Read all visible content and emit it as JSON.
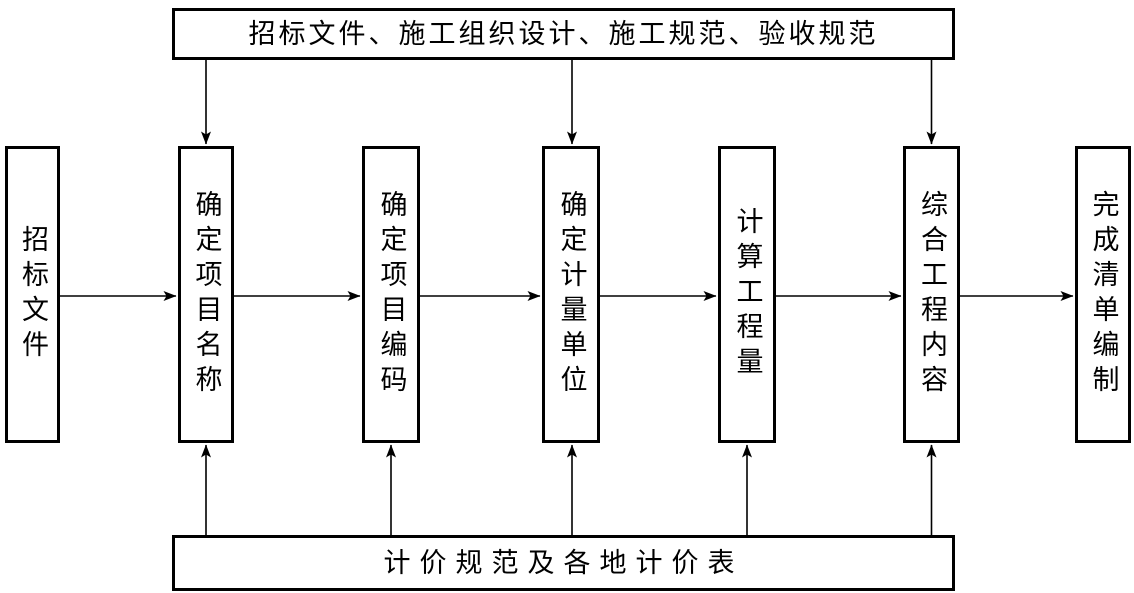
{
  "diagram": {
    "title_context": "bill-of-quantities compilation flowchart",
    "colors": {
      "line": "#000000",
      "box_border": "#000000",
      "box_bg": "#ffffff",
      "background": "#ffffff"
    },
    "top_box": {
      "label": "招标文件、施工组织设计、施工规范、验收规范"
    },
    "bottom_box": {
      "label": "计价规范及各地计价表"
    },
    "nodes": [
      {
        "id": "bidding-documents",
        "label": "招标文件"
      },
      {
        "id": "determine-project-name",
        "label": "确定项目名称"
      },
      {
        "id": "determine-project-code",
        "label": "确定项目编码"
      },
      {
        "id": "determine-measurement-unit",
        "label": "确定计量单位"
      },
      {
        "id": "calculate-work-quantity",
        "label": "计算工程量"
      },
      {
        "id": "comprehensive-work-content",
        "label": "综合工程内容"
      },
      {
        "id": "complete-bill-compilation",
        "label": "完成清单编制"
      }
    ],
    "connections": [
      {
        "from": "招标文件",
        "to": "确定项目名称",
        "direction": "right"
      },
      {
        "from": "确定项目名称",
        "to": "确定项目编码",
        "direction": "right"
      },
      {
        "from": "确定项目编码",
        "to": "确定计量单位",
        "direction": "right"
      },
      {
        "from": "确定计量单位",
        "to": "计算工程量",
        "direction": "right"
      },
      {
        "from": "计算工程量",
        "to": "综合工程内容",
        "direction": "right"
      },
      {
        "from": "综合工程内容",
        "to": "完成清单编制",
        "direction": "right"
      },
      {
        "from": "招标文件、施工组织设计、施工规范、验收规范",
        "to": "确定项目名称",
        "direction": "down"
      },
      {
        "from": "招标文件、施工组织设计、施工规范、验收规范",
        "to": "确定计量单位",
        "direction": "down"
      },
      {
        "from": "招标文件、施工组织设计、施工规范、验收规范",
        "to": "综合工程内容",
        "direction": "down"
      },
      {
        "from": "计价规范及各地计价表",
        "to": "确定项目名称",
        "direction": "up"
      },
      {
        "from": "计价规范及各地计价表",
        "to": "确定项目编码",
        "direction": "up"
      },
      {
        "from": "计价规范及各地计价表",
        "to": "确定计量单位",
        "direction": "up"
      },
      {
        "from": "计价规范及各地计价表",
        "to": "计算工程量",
        "direction": "up"
      },
      {
        "from": "计价规范及各地计价表",
        "to": "综合工程内容",
        "direction": "up"
      }
    ]
  }
}
